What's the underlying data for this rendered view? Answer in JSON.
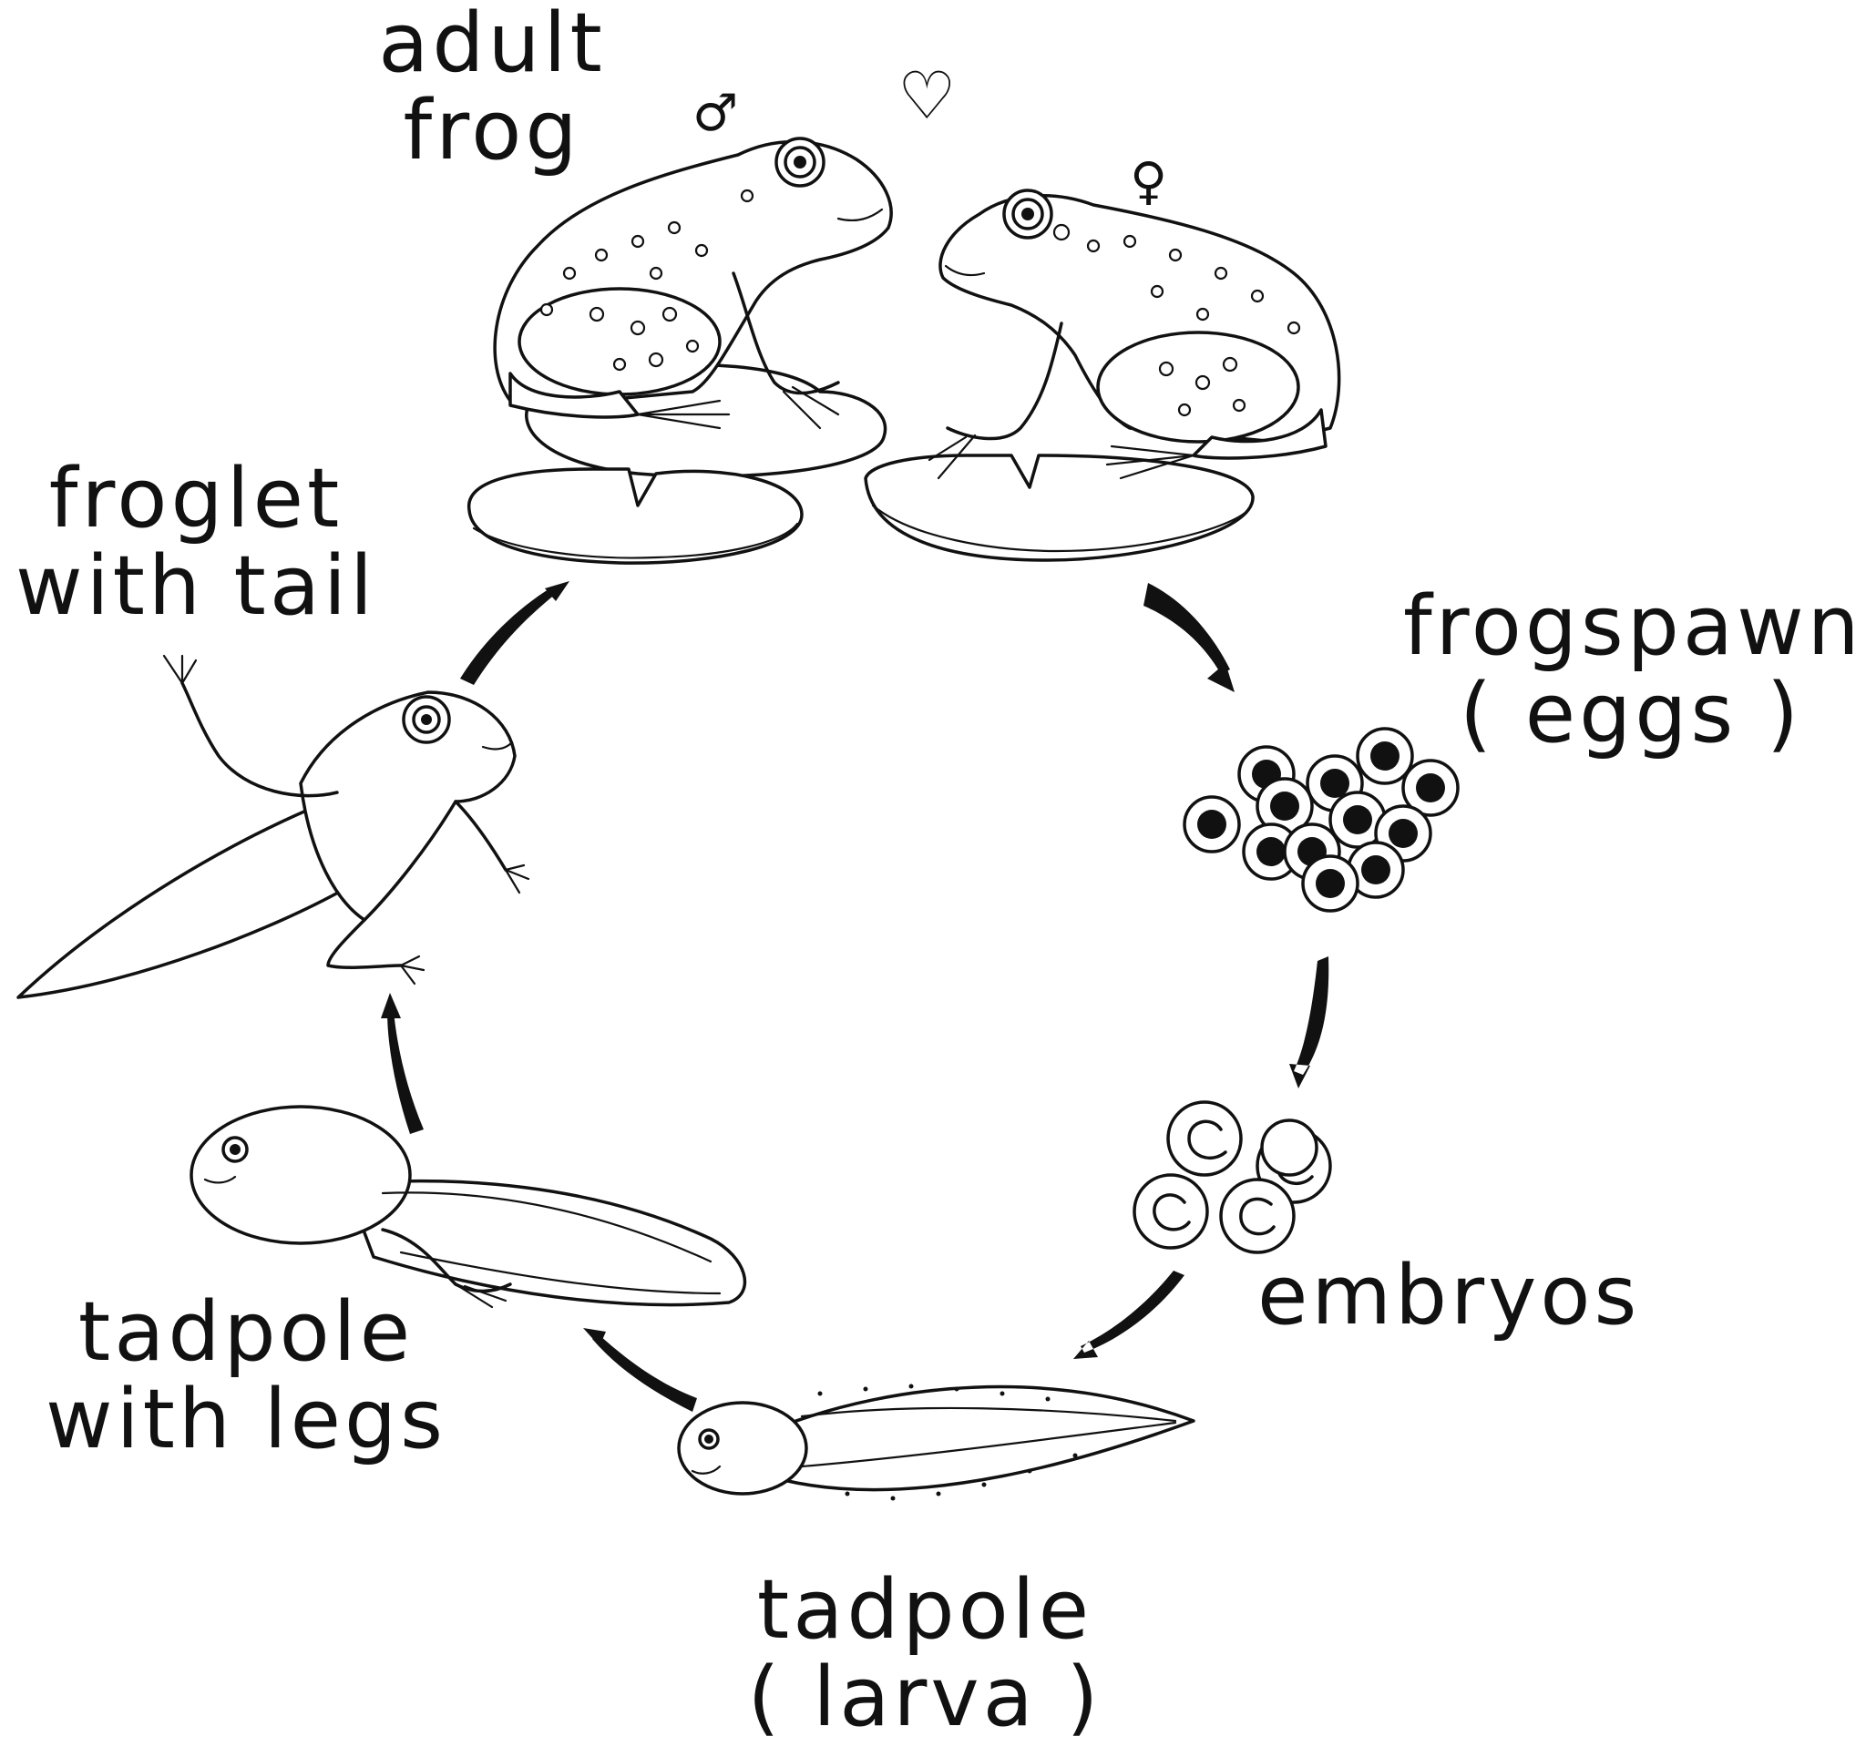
{
  "diagram": {
    "stages": {
      "adult_frog": [
        "adult",
        "frog"
      ],
      "frogspawn": [
        "frogspawn",
        "( eggs )"
      ],
      "embryos": [
        "embryos"
      ],
      "tadpole": [
        "tadpole",
        "( larva )"
      ],
      "tadpole_legs": [
        "tadpole",
        "with  legs"
      ],
      "froglet": [
        "froglet",
        "with  tail"
      ]
    },
    "symbols": {
      "male": "♂",
      "heart": "♡",
      "female": "♀"
    },
    "colors": {
      "ink": "#111111",
      "background": "#ffffff"
    }
  }
}
